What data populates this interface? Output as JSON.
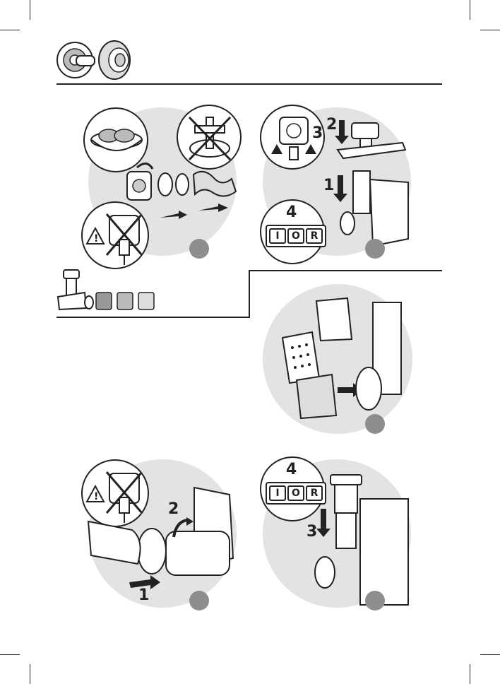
{
  "colors": {
    "line": "#222222",
    "disc": "#e3e3e3",
    "badge": "#8e8e8e"
  },
  "icons": [
    "grinder-ring-icon",
    "grater-cone-icon",
    "food-bowl-icon",
    "crossed-blade-icon",
    "unplug-warning-icon",
    "plug-insert-icon",
    "down-arrow-icon",
    "right-arrow-icon",
    "grater-drum-icon",
    "hand-icon",
    "rotate-arrow-icon"
  ],
  "steps": {
    "s1": {
      "num_left": "",
      "arrows": ""
    },
    "s2": {
      "label_1": "1",
      "label_2": "2",
      "label_3": "3",
      "label_4": "4"
    },
    "s4": {
      "label_1": "1",
      "label_2": "2"
    },
    "s5": {
      "label_3": "3",
      "label_4": "4"
    }
  },
  "switch": {
    "pos_i": "I",
    "pos_o": "O",
    "pos_r": "R"
  }
}
